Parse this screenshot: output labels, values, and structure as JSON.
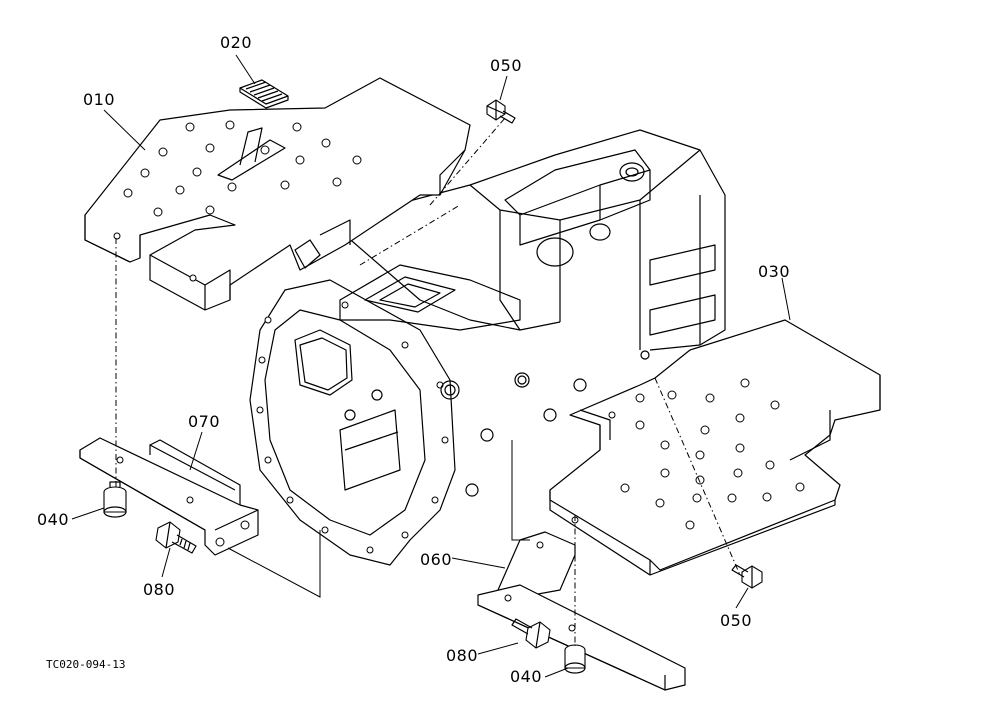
{
  "figure_id": "TC020-094-13",
  "parts": [
    {
      "id": "p010",
      "label": "010",
      "icon": "left-step-plate"
    },
    {
      "id": "p020",
      "label": "020",
      "icon": "pedal-pad"
    },
    {
      "id": "p050a",
      "label": "050",
      "icon": "bolt"
    },
    {
      "id": "p030",
      "label": "030",
      "icon": "right-step-plate"
    },
    {
      "id": "p070",
      "label": "070",
      "icon": "left-bracket"
    },
    {
      "id": "p040a",
      "label": "040",
      "icon": "rubber-mount"
    },
    {
      "id": "p080a",
      "label": "080",
      "icon": "bolt"
    },
    {
      "id": "p060",
      "label": "060",
      "icon": "right-bracket"
    },
    {
      "id": "p050b",
      "label": "050",
      "icon": "bolt"
    },
    {
      "id": "p080b",
      "label": "080",
      "icon": "bolt"
    },
    {
      "id": "p040b",
      "label": "040",
      "icon": "rubber-mount"
    }
  ]
}
